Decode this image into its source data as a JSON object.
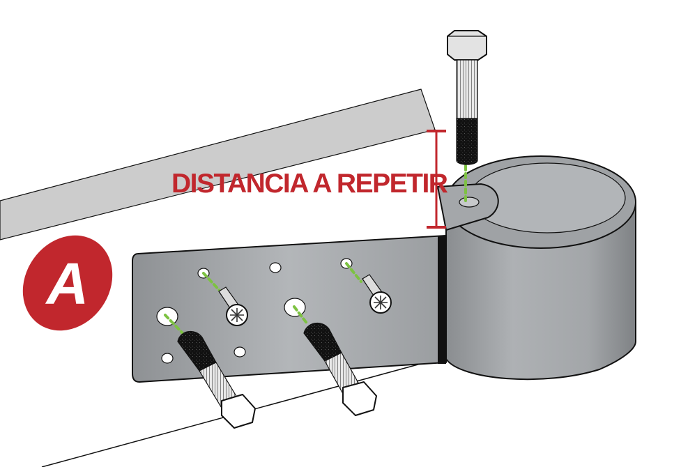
{
  "diagram": {
    "step_badge": {
      "letter": "A",
      "color": "#c1272d"
    },
    "dimension_label": {
      "text": "DISTANCIA A REPETIR",
      "color": "#c1272d"
    },
    "guide_color": "#7dc242",
    "parts": [
      {
        "id": "upper-beam",
        "name": "Upper beam (gray bar)"
      },
      {
        "id": "lower-panel",
        "name": "Lower panel edge"
      },
      {
        "id": "mounting-plate",
        "name": "Perforated mounting plate"
      },
      {
        "id": "pipe-collar",
        "name": "Cylindrical pipe collar"
      },
      {
        "id": "collar-tab",
        "name": "Collar tab with hole"
      },
      {
        "id": "top-bolt",
        "name": "Hex bolt (top, vertical)"
      },
      {
        "id": "plate-bolts",
        "name": "Hex bolts x2 (plate)"
      },
      {
        "id": "wood-screws",
        "name": "Phillips screws x2 (plate)"
      }
    ]
  }
}
